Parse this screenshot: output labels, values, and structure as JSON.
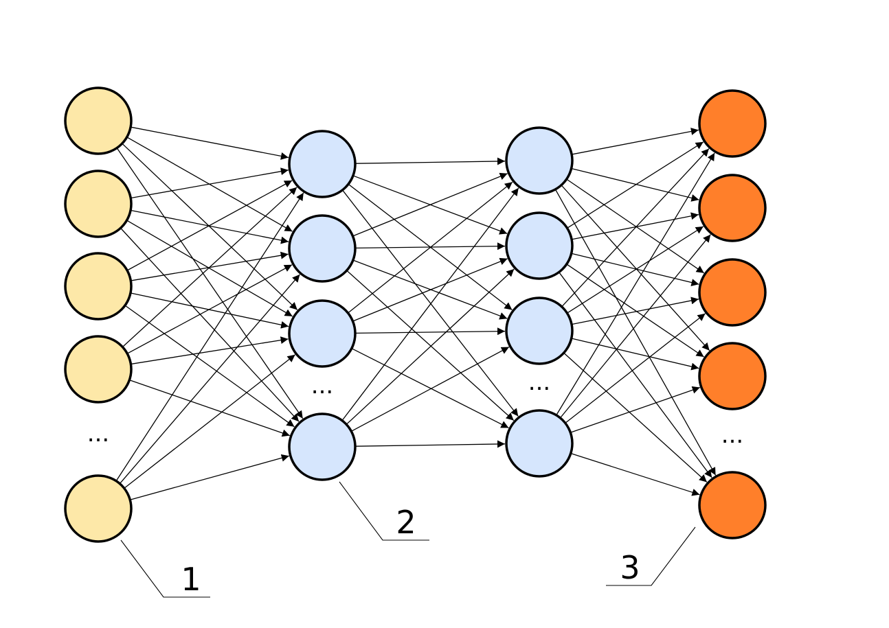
{
  "colors": {
    "input": "#fde8a8",
    "hidden": "#d6e6fd",
    "output": "#ff7f2a",
    "stroke": "#000000"
  },
  "ellipsis": "...",
  "labels": {
    "input_layer": "1",
    "hidden_layer": "2",
    "output_layer": "3"
  }
}
